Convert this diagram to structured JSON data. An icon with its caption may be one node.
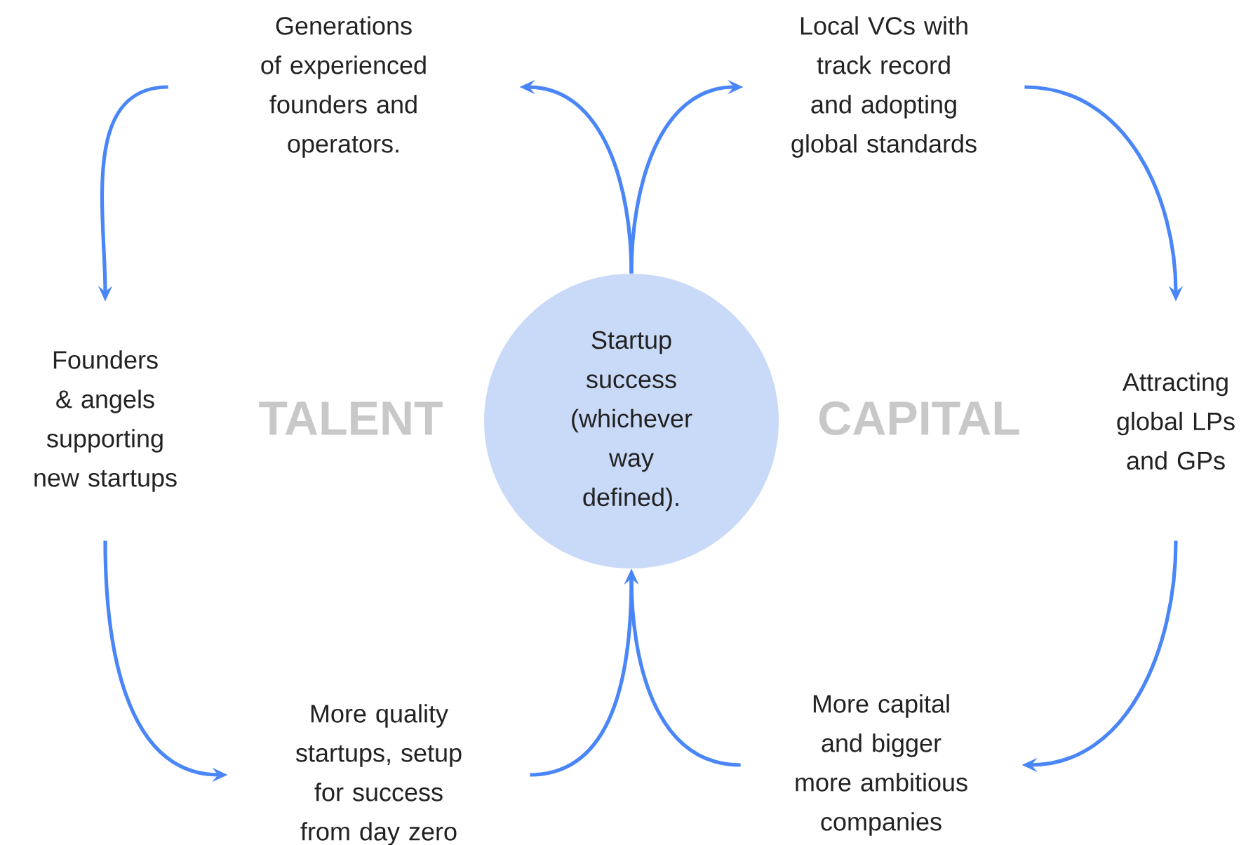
{
  "diagram": {
    "nodes": [
      {
        "text": [
          "Startup success (whichever way defined)."
        ]
      },
      {
        "text": [
          "Generations of experienced founders and operators."
        ]
      },
      {
        "text": [
          "Local VCs with track record and adopting global standards"
        ]
      },
      {
        "text": [
          "Founders & angels supporting new startups"
        ]
      },
      {
        "text": [
          "Attracting global LPs and GPs"
        ]
      },
      {
        "text": [
          "More quality startups, setup for success from day zero"
        ]
      },
      {
        "text": [
          "More capital and bigger more ambitious companies"
        ]
      }
    ],
    "edges": [
      {
        "from": 0,
        "to": 1,
        "arrow": "to"
      },
      {
        "from": 0,
        "to": 2,
        "arrow": "to"
      },
      {
        "from": 1,
        "to": 3,
        "arrow": "to"
      },
      {
        "from": 2,
        "to": 4,
        "arrow": "to"
      },
      {
        "from": 3,
        "to": 5,
        "arrow": "to"
      },
      {
        "from": 4,
        "to": 6,
        "arrow": "to"
      },
      {
        "from": 5,
        "to": 0,
        "arrow": "to"
      },
      {
        "from": 6,
        "to": 0,
        "arrow": "to"
      }
    ],
    "labels": [
      "TALENT",
      "CAPITAL"
    ]
  }
}
